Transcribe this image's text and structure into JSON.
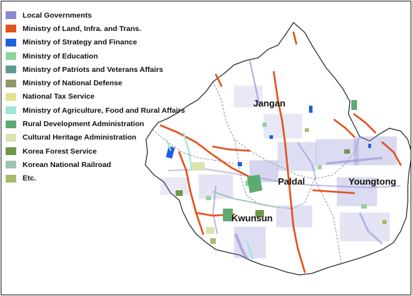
{
  "legend": [
    {
      "label": "Local Governments",
      "color": "#8a8ad2"
    },
    {
      "label": "Ministry of Land, Infra. and Trans.",
      "color": "#e2531d"
    },
    {
      "label": "Ministry of Strategy and Finance",
      "color": "#1f5fe0"
    },
    {
      "label": "Ministry of Education",
      "color": "#8fd49a"
    },
    {
      "label": "Ministry of Patriots and Veterans Affairs",
      "color": "#5f9a96"
    },
    {
      "label": "Ministry of National Defense",
      "color": "#95956a"
    },
    {
      "label": "National Tax Service",
      "color": "#e5e08e"
    },
    {
      "label": "Ministry of Agriculture, Food and Rural Affairs",
      "color": "#9de6d6"
    },
    {
      "label": "Rural Development Administration",
      "color": "#5daa72"
    },
    {
      "label": "Cultural Heritage Administration",
      "color": "#dbe3b2"
    },
    {
      "label": "Korea Forest Service",
      "color": "#6a9a4a"
    },
    {
      "label": "Korean National Railroad",
      "color": "#9ec4b0"
    },
    {
      "label": "Etc.",
      "color": "#a9b96e"
    }
  ],
  "districts": {
    "jangan": "Jangan",
    "paldal": "Paldal",
    "youngtong": "Youngtong",
    "kwunsun": "Kwunsun"
  }
}
